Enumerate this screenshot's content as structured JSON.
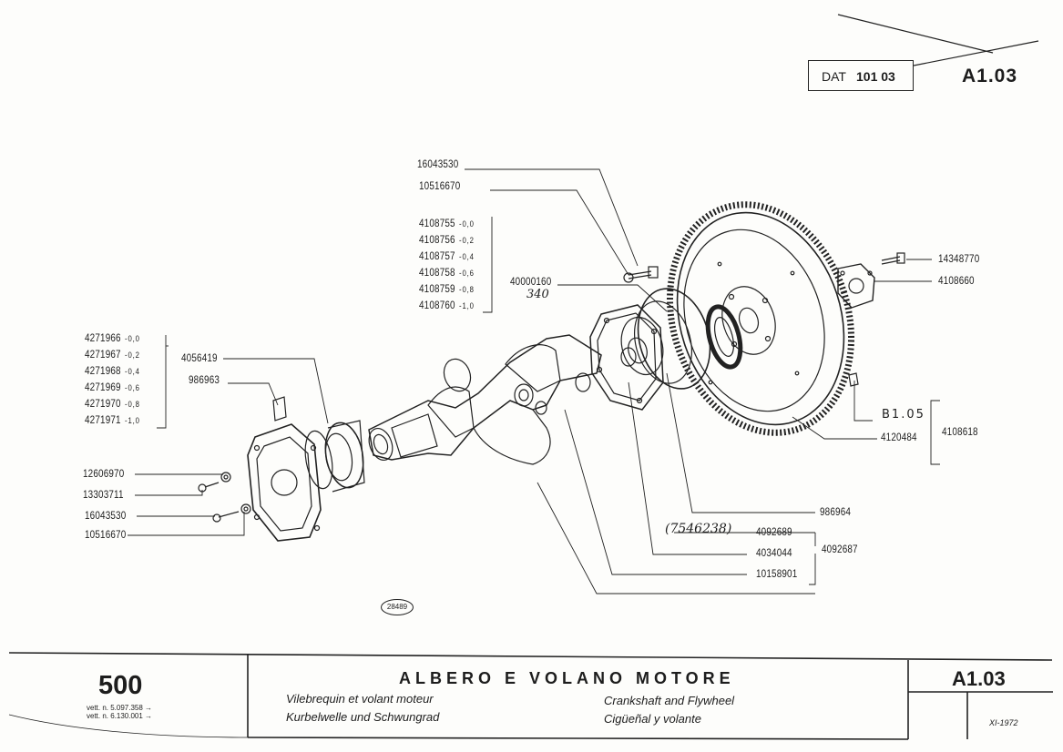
{
  "header": {
    "dat_prefix": "DAT",
    "dat_number": "101 03",
    "page_code": "A1.03"
  },
  "part_labels": {
    "p16043530_top": "16043530",
    "p10516670_top": "10516670",
    "shim_group_top": [
      {
        "num": "4108755",
        "sfx": "-0,0"
      },
      {
        "num": "4108756",
        "sfx": "-0,2"
      },
      {
        "num": "4108757",
        "sfx": "-0,4"
      },
      {
        "num": "4108758",
        "sfx": "-0,6"
      },
      {
        "num": "4108759",
        "sfx": "-0,8"
      },
      {
        "num": "4108760",
        "sfx": "-1,0"
      }
    ],
    "p40000160": "40000160",
    "shim_group_left": [
      {
        "num": "4271966",
        "sfx": "-0,0"
      },
      {
        "num": "4271967",
        "sfx": "-0,2"
      },
      {
        "num": "4271968",
        "sfx": "-0,4"
      },
      {
        "num": "4271969",
        "sfx": "-0,6"
      },
      {
        "num": "4271970",
        "sfx": "-0,8"
      },
      {
        "num": "4271971",
        "sfx": "-1,0"
      }
    ],
    "p4056419": "4056419",
    "p986963": "986963",
    "p12606970": "12606970",
    "p13303711": "13303711",
    "p16043530_left": "16043530",
    "p10516670_left": "10516670",
    "p14348770": "14348770",
    "p4108660": "4108660",
    "p4120484": "4120484",
    "p4108618": "4108618",
    "p986964": "986964",
    "p4092689": "4092689",
    "p4034044": "4034044",
    "p4092687": "4092687",
    "p10158901": "10158901"
  },
  "handwritten": {
    "note_340": "340",
    "note_7546238": "(7546238)",
    "note_b105": "B1.05"
  },
  "diagram_ref": "28489",
  "footer": {
    "model": "500",
    "vett_1": "vett. n. 5.097.358 →",
    "vett_2": "vett. n. 6.130.001 →",
    "title": "ALBERO E VOLANO MOTORE",
    "sub_fr": "Vilebrequin et volant moteur",
    "sub_de": "Kurbelwelle und Schwungrad",
    "sub_en": "Crankshaft and Flywheel",
    "sub_es": "Cigüeñal y volante",
    "code": "A1.03",
    "date": "XI-1972"
  }
}
